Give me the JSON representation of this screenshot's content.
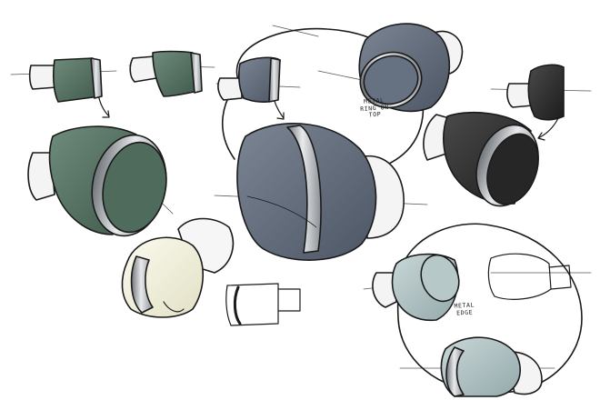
{
  "annotations": {
    "metal_ring_on_top": "METAL\nRING ON\nTOP",
    "metal_edge": "METAL\nEDGE"
  },
  "colors": {
    "background": "#ffffff",
    "ink": "#1a1a1a",
    "green_shell": "#4d6a5a",
    "grey_blue_shell": "#5b6675",
    "black_shell": "#2a2a2a",
    "cream_shell": "#efeedd",
    "translucent_shell": "#aec0c2",
    "metal": "#b9bcc0",
    "silicone_tip": "#f4f4f4"
  },
  "sketch_items": [
    "green-earbud-small-1",
    "green-earbud-small-2",
    "green-earbud-large",
    "grey-earbud-small",
    "grey-earbud-large",
    "grey-earbud-top-view",
    "black-earbud-small",
    "black-earbud-large",
    "cream-earbud",
    "outline-earbud-sketch",
    "translucent-earbud-1",
    "translucent-earbud-2",
    "outline-earbud-right"
  ]
}
